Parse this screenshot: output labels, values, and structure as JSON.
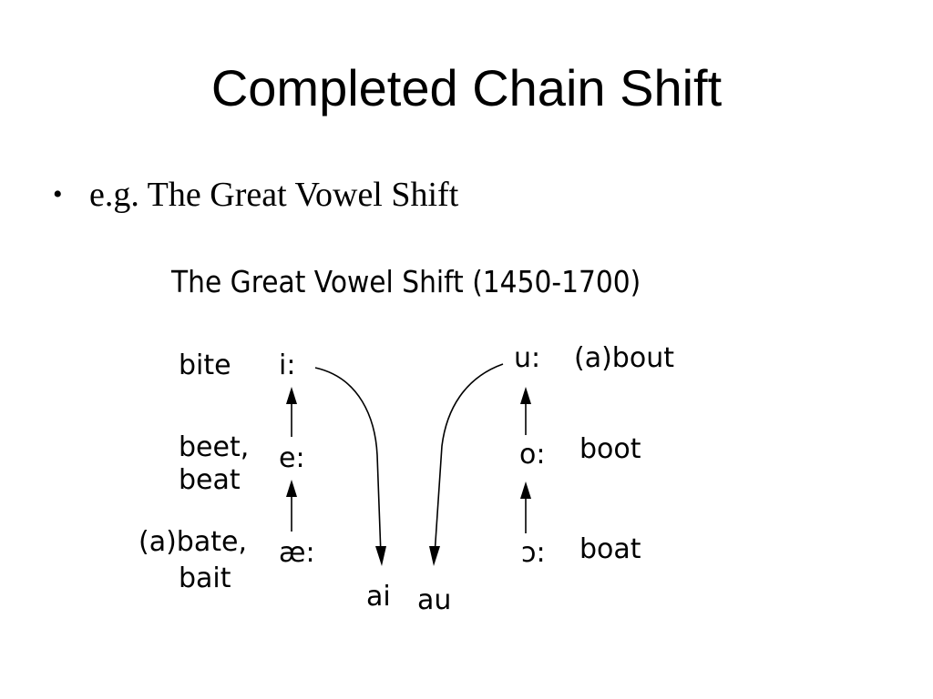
{
  "slide": {
    "title": "Completed Chain Shift",
    "bullet_symbol": "•",
    "bullet_text": "e.g. The Great Vowel Shift"
  },
  "diagram": {
    "title": "The Great Vowel Shift (1450-1700)",
    "front_vowels": [
      {
        "example": "bite",
        "vowel": "i:"
      },
      {
        "example_line1": "beet,",
        "example_line2": "beat",
        "vowel": "e:"
      },
      {
        "example_line1": "(a)bate,",
        "example_line2": "bait",
        "vowel": "æ:"
      }
    ],
    "back_vowels": [
      {
        "vowel": "u:",
        "example": "(a)bout"
      },
      {
        "vowel": "o:",
        "example": "boot"
      },
      {
        "vowel": "ɔ:",
        "example": "boat"
      }
    ],
    "diphthongs": [
      "ai",
      "au"
    ]
  }
}
